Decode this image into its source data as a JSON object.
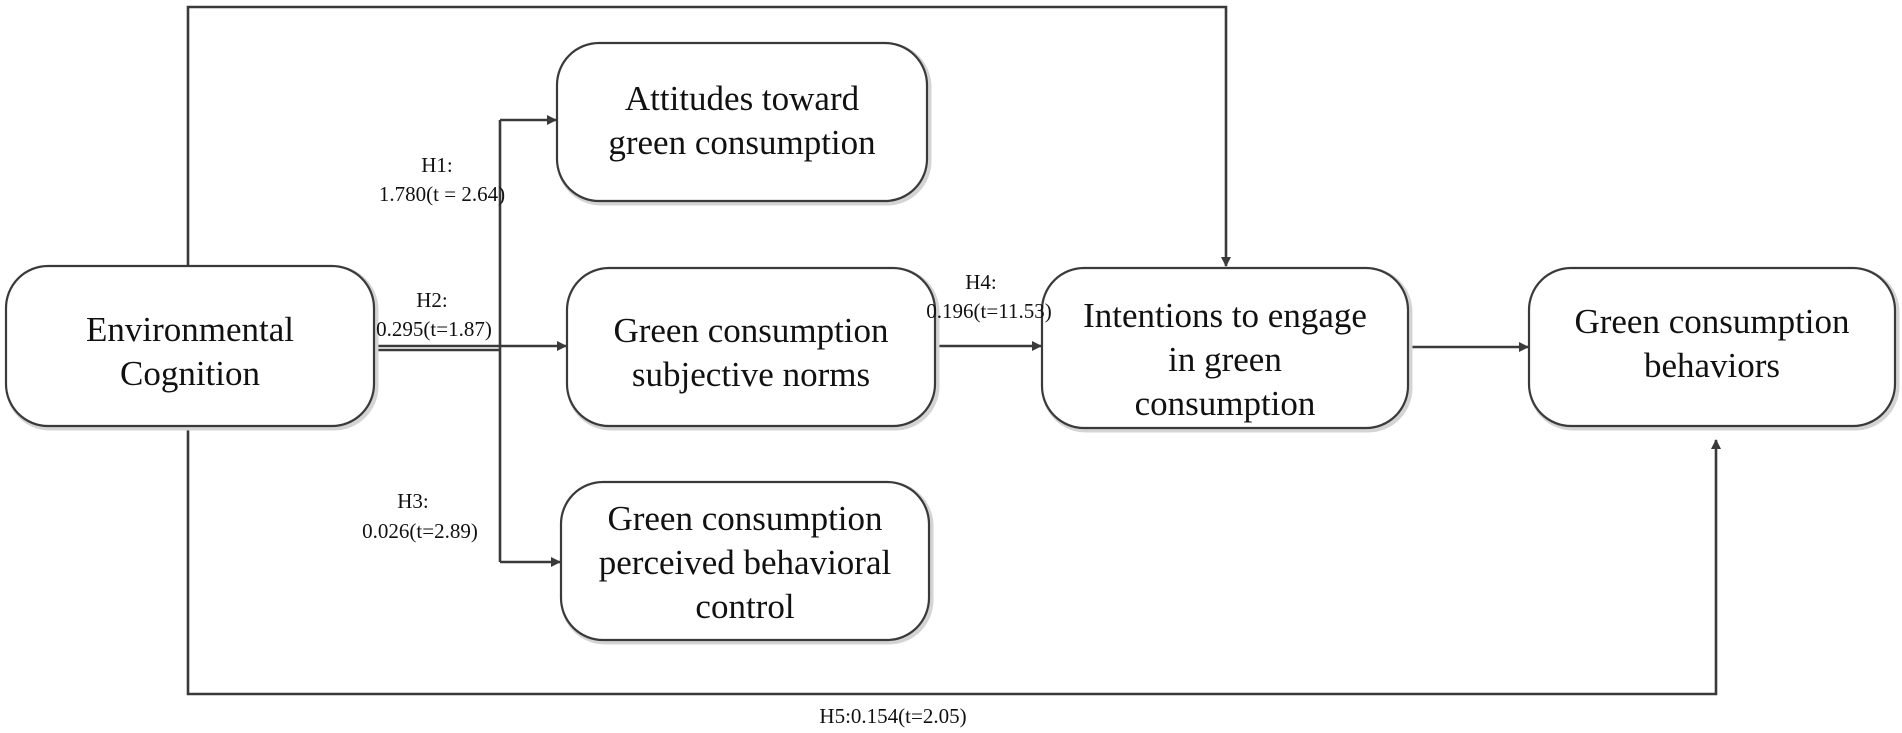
{
  "nodes": {
    "environmental_cognition": [
      "Environmental",
      "Cognition"
    ],
    "attitudes": [
      "Attitudes toward",
      "green consumption"
    ],
    "subjective_norms": [
      "Green consumption",
      "subjective norms"
    ],
    "perceived_control": [
      "Green consumption",
      "perceived behavioral",
      "control"
    ],
    "intentions": [
      "Intentions to engage",
      "in green",
      "consumption"
    ],
    "behaviors": [
      "Green consumption",
      "behaviors"
    ]
  },
  "edges": {
    "h1": [
      "H1:",
      "1.780(t = 2.64)"
    ],
    "h2": [
      "H2:",
      "0.295(t=1.87)"
    ],
    "h3": [
      "H3:",
      "0.026(t=2.89)"
    ],
    "h4": [
      "H4:",
      "0.196(t=11.53)"
    ],
    "h5": [
      "H5:0.154(t=2.05)"
    ]
  },
  "colors": {
    "line": "#3a3a3a",
    "box_fill": "#ffffff",
    "text": "#111111"
  }
}
